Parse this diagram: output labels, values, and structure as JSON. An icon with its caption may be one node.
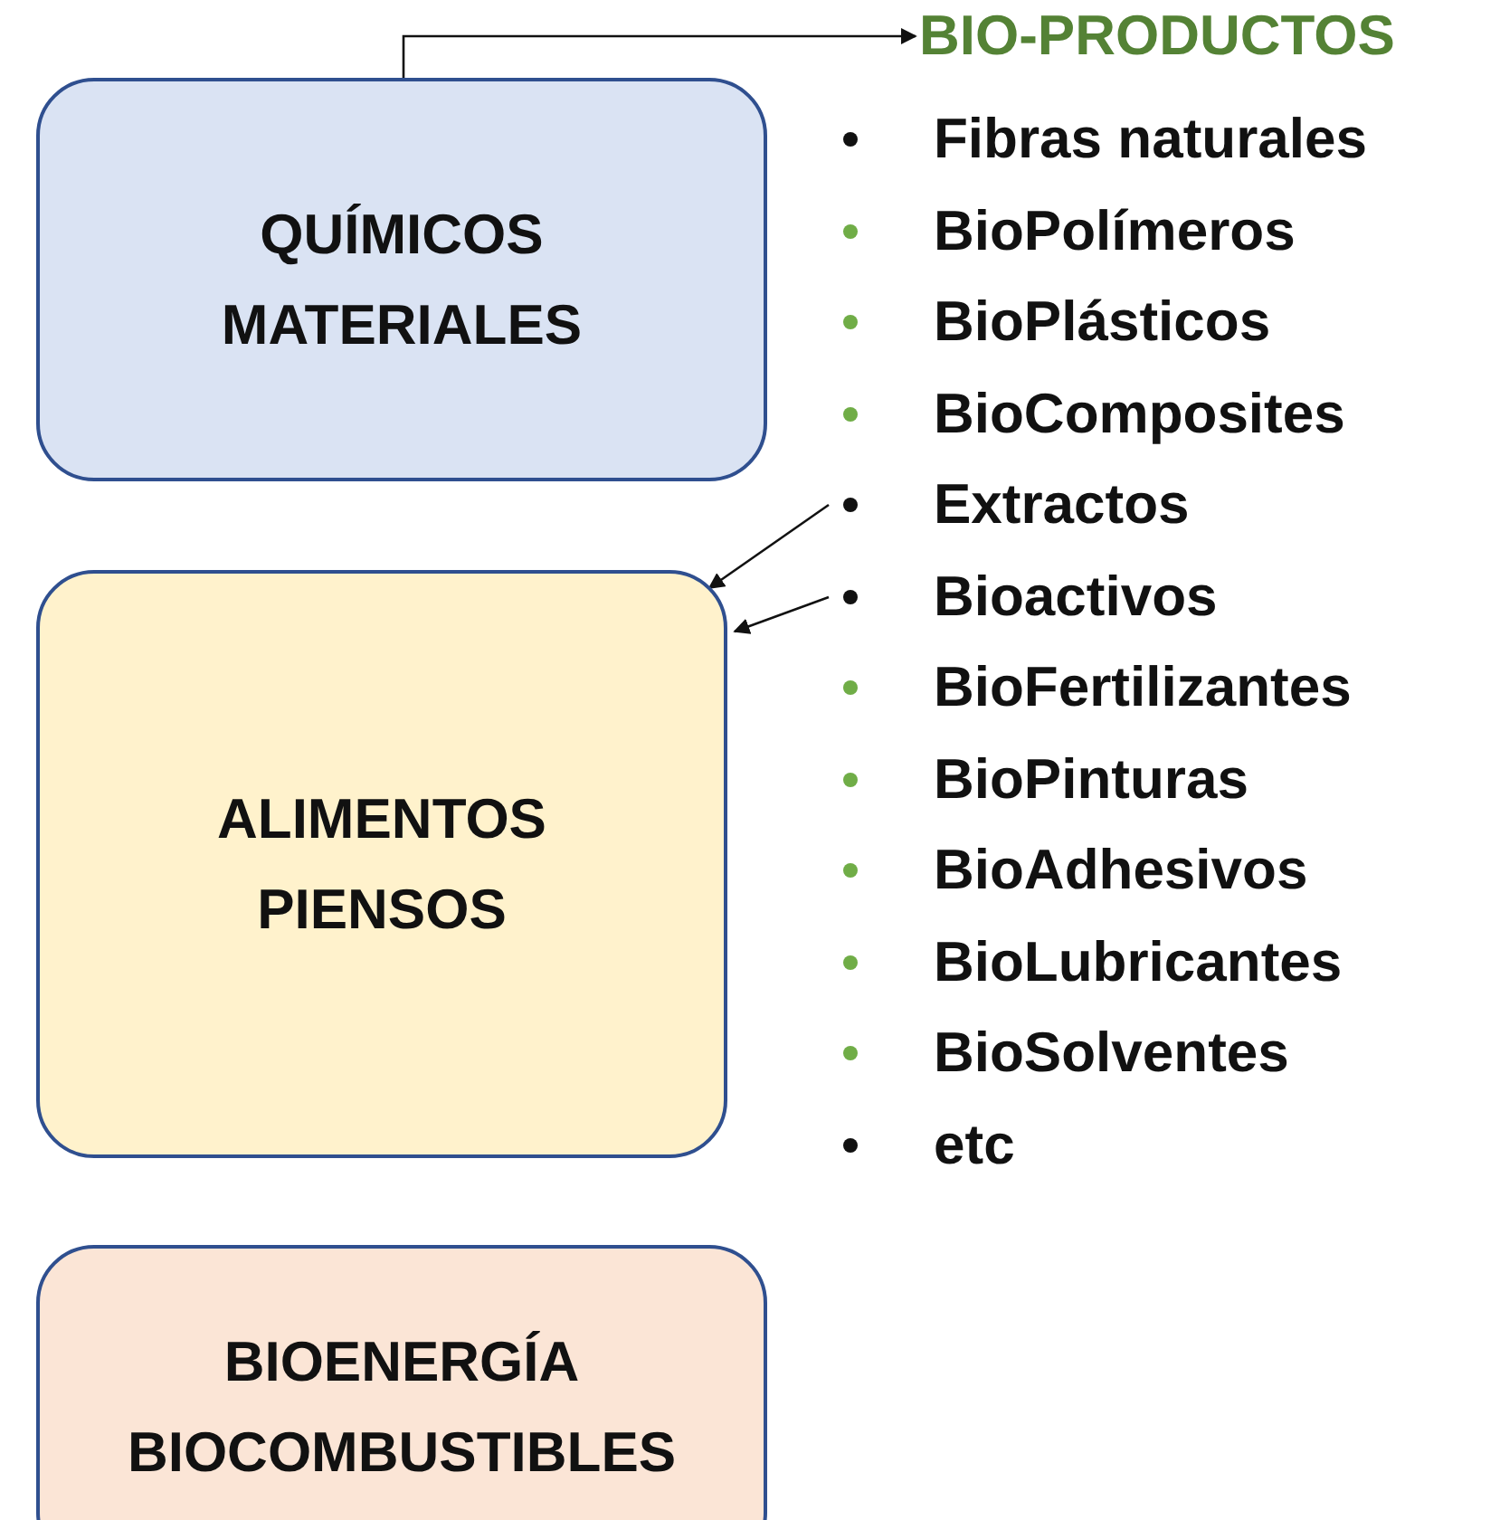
{
  "diagram": {
    "nodes": [
      {
        "text": [
          "QUÍMICOS MATERIALES"
        ]
      },
      {
        "text": [
          "BIO-PRODUCTOS"
        ]
      },
      {
        "text": [
          "Fibras naturales"
        ]
      },
      {
        "text": [
          "BioPolímeros"
        ]
      },
      {
        "text": [
          "BioPlásticos"
        ]
      },
      {
        "text": [
          "BioComposites"
        ]
      },
      {
        "text": [
          "Extractos"
        ]
      },
      {
        "text": [
          "Bioactivos"
        ]
      },
      {
        "text": [
          "BioFertilizantes"
        ]
      },
      {
        "text": [
          "BioPinturas"
        ]
      },
      {
        "text": [
          "BioAdhesivos"
        ]
      },
      {
        "text": [
          "BioLubricantes"
        ]
      },
      {
        "text": [
          "BioSolventes"
        ]
      },
      {
        "text": [
          "etc"
        ]
      },
      {
        "text": [
          "ALIMENTOS PIENSOS"
        ]
      },
      {
        "text": [
          "BIOENERGÍA BIOCOMBUSTIBLES"
        ]
      }
    ],
    "edges": [
      {
        "from": 0,
        "to": 1,
        "arrow": "to"
      },
      {
        "from": 6,
        "to": 14,
        "arrow": "to"
      },
      {
        "from": 7,
        "to": 14,
        "arrow": "to"
      }
    ]
  }
}
